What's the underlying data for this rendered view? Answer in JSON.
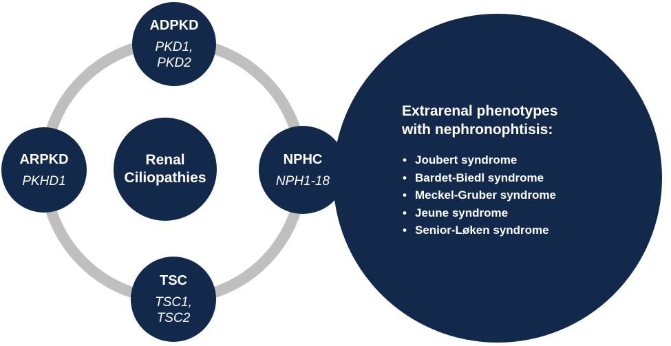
{
  "diagram": {
    "center": {
      "line1": "Renal",
      "line2": "Ciliopathies"
    },
    "nodes": {
      "top": {
        "abbr": "ADPKD",
        "genes_line1": "PKD1,",
        "genes_line2": "PKD2"
      },
      "left": {
        "abbr": "ARPKD",
        "genes_line1": "PKHD1"
      },
      "right": {
        "abbr": "NPHC",
        "genes_line1": "NPH1-18"
      },
      "bottom": {
        "abbr": "TSC",
        "genes_line1": "TSC1,",
        "genes_line2": "TSC2"
      }
    },
    "phenotypes": {
      "heading_line1": "Extrarenal phenotypes",
      "heading_line2": "with nephronophtisis:",
      "bullet": "•",
      "items": [
        "Joubert syndrome",
        "Bardet-Biedl syndrome",
        "Meckel-Gruber syndrome",
        "Jeune syndrome",
        "Senior-Løken syndrome"
      ]
    }
  },
  "colors": {
    "node_fill": "#13294b",
    "ring": "#bfbfbf",
    "text": "#ffffff",
    "background": "#ffffff"
  }
}
